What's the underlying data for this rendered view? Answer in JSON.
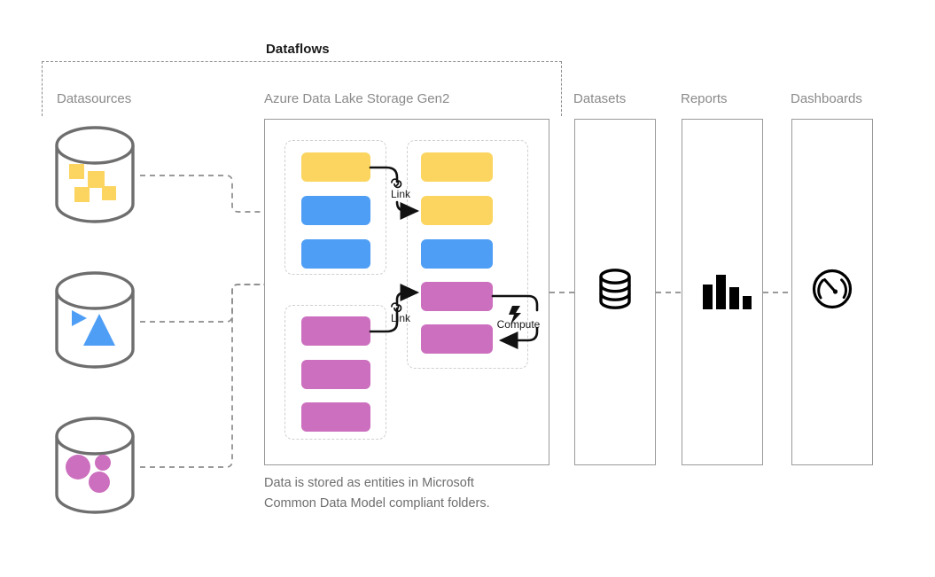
{
  "diagram": {
    "title": "Dataflows",
    "caption": "Data is stored as entities in Microsoft\nCommon Data Model compliant folders."
  },
  "columns": {
    "datasources_label": "Datasources",
    "adls_label": "Azure Data Lake Storage Gen2",
    "datasets_label": "Datasets",
    "reports_label": "Reports",
    "dashboards_label": "Dashboards"
  },
  "datasources": [
    {
      "name": "datasource-yellow",
      "shape": "squares",
      "color": "#FBD560",
      "count": 4
    },
    {
      "name": "datasource-blue",
      "shape": "triangles",
      "color": "#4F9EF6",
      "count": 2
    },
    {
      "name": "datasource-magenta",
      "shape": "circles",
      "color": "#CC6FBE",
      "count": 3
    }
  ],
  "entity_groups": [
    {
      "id": "group-a",
      "entities": [
        {
          "color": "#FBD560"
        },
        {
          "color": "#4F9EF6"
        },
        {
          "color": "#4F9EF6"
        }
      ]
    },
    {
      "id": "group-b",
      "entities": [
        {
          "color": "#CC6FBE"
        },
        {
          "color": "#CC6FBE"
        },
        {
          "color": "#CC6FBE"
        }
      ]
    },
    {
      "id": "group-c",
      "entities": [
        {
          "color": "#FBD560"
        },
        {
          "color": "#FBD560"
        },
        {
          "color": "#4F9EF6"
        },
        {
          "color": "#CC6FBE"
        },
        {
          "color": "#CC6FBE"
        }
      ]
    }
  ],
  "flows": [
    {
      "label": "Link",
      "icon": "link-icon"
    },
    {
      "label": "Link",
      "icon": "link-icon"
    },
    {
      "label": "Compute",
      "icon": "lightning-bolt-icon"
    }
  ],
  "output_icons": [
    {
      "name": "database-icon",
      "for": "Datasets"
    },
    {
      "name": "bar-chart-icon",
      "for": "Reports"
    },
    {
      "name": "gauge-icon",
      "for": "Dashboards"
    }
  ],
  "colors": {
    "yellow": "#FBD560",
    "blue": "#4F9EF6",
    "magenta": "#CC6FBE",
    "outline": "#9A9A9A",
    "dashed": "#8C8C8C",
    "group_dashed": "#CFCFCF",
    "label_text": "#8A8A8A",
    "caption_text": "#6E6E6E",
    "title_text": "#1A1A1A"
  }
}
